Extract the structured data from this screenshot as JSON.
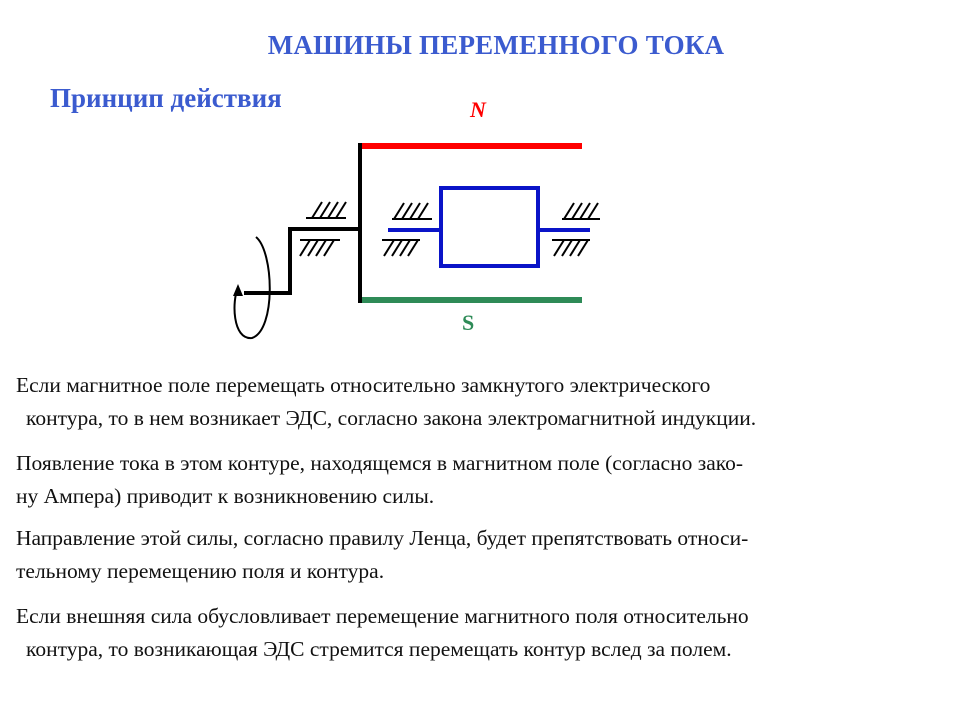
{
  "title": "МАШИНЫ ПЕРЕМЕННОГО ТОКА",
  "subtitle": "Принцип действия",
  "diagram": {
    "north_label": "N",
    "south_label": "S",
    "colors": {
      "north_pole": "#ff0000",
      "south_pole": "#2e8b57",
      "coil": "#0a14c8",
      "shaft": "#000000",
      "title": "#3b5bcf"
    }
  },
  "paragraphs": [
    {
      "lines": [
        "Если магнитное поле перемещать относительно замкнутого электрического",
        "контура, то в нем возникает ЭДС, согласно закона электромагнитной индукции."
      ]
    },
    {
      "lines": [
        "Появление тока в этом контуре, находящемся в магнитном поле (согласно зако-",
        "ну Ампера) приводит к возникновению силы."
      ]
    },
    {
      "lines": [
        "Направление этой силы, согласно правилу Ленца, будет препятствовать относи-",
        "тельному перемещению поля и контура."
      ]
    },
    {
      "lines": [
        "Если внешняя сила обусловливает перемещение магнитного поля относительно",
        "контура, то возникающая ЭДС стремится перемещать контур вслед за полем."
      ]
    }
  ]
}
